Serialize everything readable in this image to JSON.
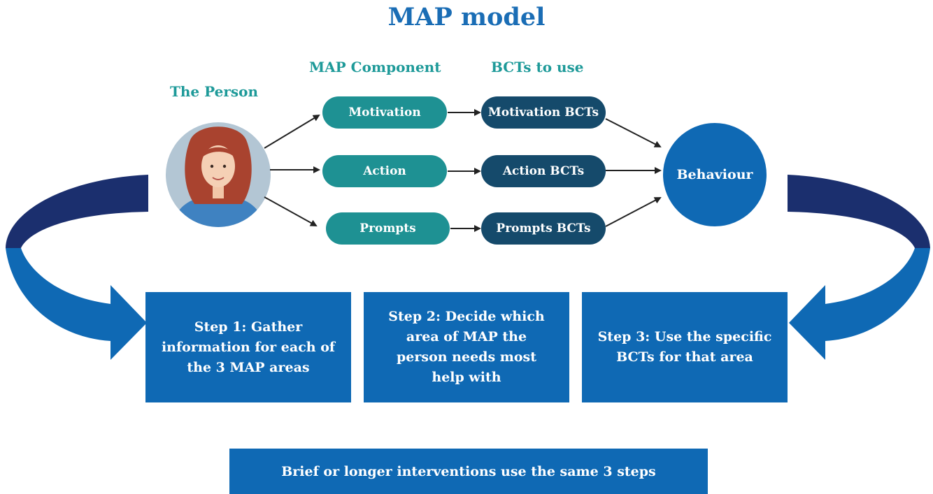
{
  "title": "MAP model",
  "column_headers": {
    "component": "MAP Component",
    "bcts": "BCTs to use",
    "person": "The Person"
  },
  "components": [
    "Motivation",
    "Action",
    "Prompts"
  ],
  "bcts": [
    "Motivation BCTs",
    "Action BCTs",
    "Prompts BCTs"
  ],
  "behaviour": "Behaviour",
  "steps": [
    "Step 1: Gather information for each of the 3 MAP areas",
    "Step 2: Decide which area of MAP the person needs most help with",
    "Step 3: Use the specific BCTs for that area"
  ],
  "footer": "Brief or longer interventions use the same 3 steps",
  "colors": {
    "title_blue": "#1a6db5",
    "teal": "#1e9193",
    "navy": "#154a6b",
    "box_blue": "#0f69b4",
    "loop_dark": "#1b2f6e",
    "loop_light": "#0f69b4"
  },
  "icons": [
    "person-avatar"
  ]
}
